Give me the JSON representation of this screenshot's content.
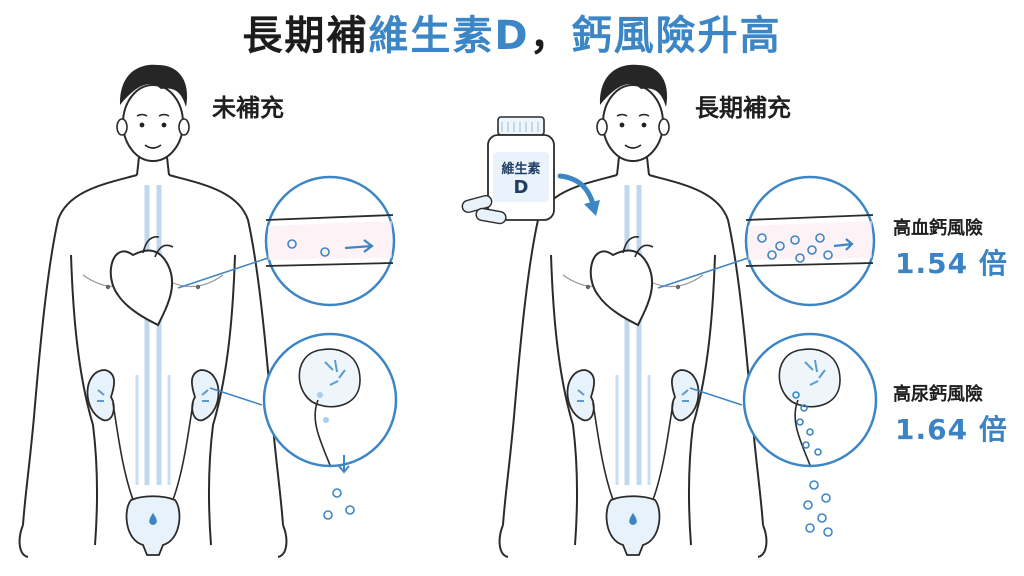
{
  "title": {
    "part1": "長期補",
    "part2": "維生素D",
    "part3": "，",
    "part4": "鈣風險升高"
  },
  "left_panel": {
    "label": "未補充"
  },
  "right_panel": {
    "label": "長期補充"
  },
  "bottle": {
    "line1": "維生素",
    "line2": "D"
  },
  "risks": [
    {
      "label": "高血鈣風險",
      "value": "1.54 倍"
    },
    {
      "label": "高尿鈣風險",
      "value": "1.64 倍"
    }
  ],
  "colors": {
    "accent_blue": "#3d86c6",
    "dark_text": "#1c1c1c",
    "line": "#2b2b2b"
  }
}
